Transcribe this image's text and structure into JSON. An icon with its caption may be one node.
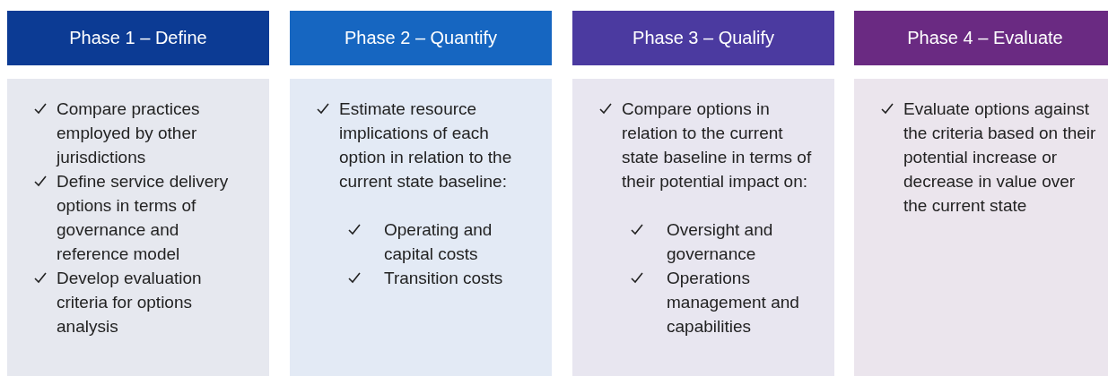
{
  "diagram": {
    "nodes": [
      {
        "text": [
          "Phase 1 – Define"
        ]
      },
      {
        "text": [
          "Compare practices employed by other jurisdictions",
          "Define service delivery options in terms of governance and reference model",
          "Develop evaluation criteria for options analysis"
        ]
      },
      {
        "text": [
          "Phase 2 – Quantify"
        ]
      },
      {
        "text": [
          "Estimate resource implications of each option in relation to the current state baseline:",
          "Operating and capital costs",
          "Transition costs"
        ]
      },
      {
        "text": [
          "Phase 3 – Qualify"
        ]
      },
      {
        "text": [
          "Compare options in relation to the current state baseline in terms of their potential impact on:",
          "Oversight and governance",
          "Operations management and capabilities"
        ]
      },
      {
        "text": [
          "Phase 4 – Evaluate"
        ]
      },
      {
        "text": [
          "Evaluate options against the criteria based on their potential increase or decrease in value over the current state"
        ]
      }
    ]
  }
}
